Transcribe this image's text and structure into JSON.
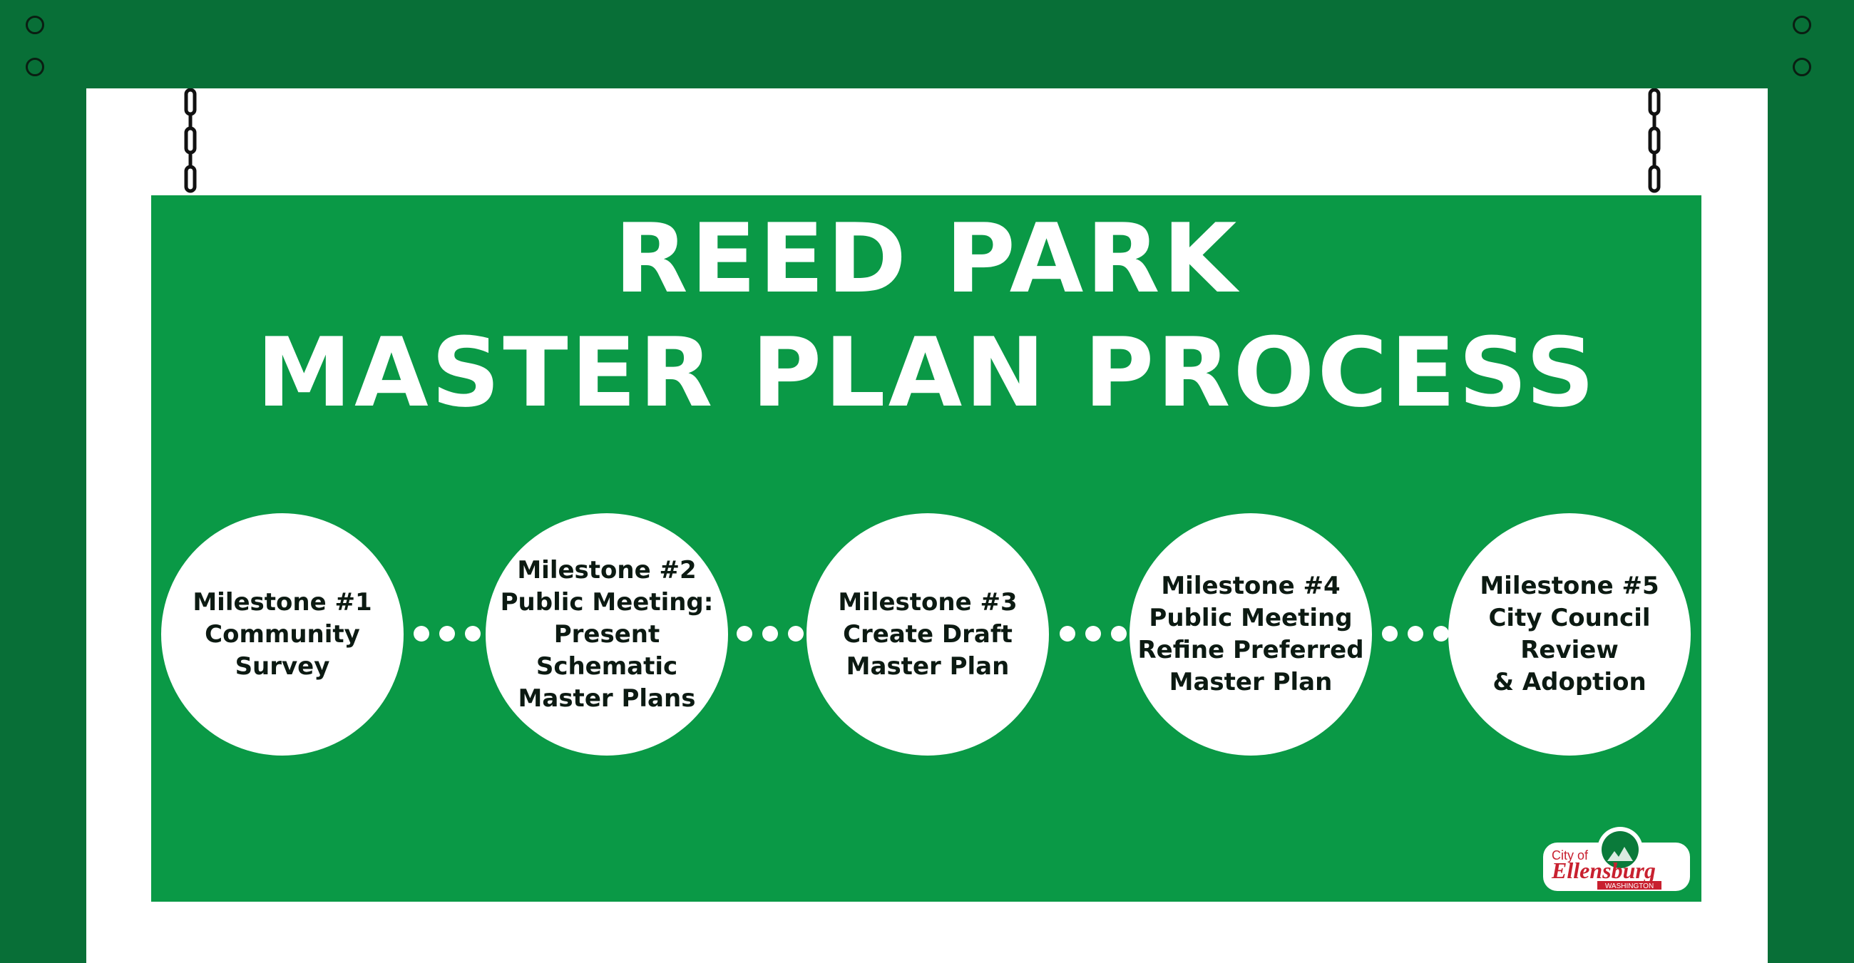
{
  "sign": {
    "title_line1": "REED PARK",
    "title_line2": "MASTER PLAN PROCESS"
  },
  "milestones": [
    {
      "text": "Milestone #1\nCommunity\nSurvey"
    },
    {
      "text": "Milestone #2\nPublic Meeting:\nPresent Schematic\nMaster Plans"
    },
    {
      "text": "Milestone #3\nCreate Draft\nMaster Plan"
    },
    {
      "text": "Milestone #4\nPublic Meeting\nRefine Preferred\nMaster Plan"
    },
    {
      "text": "Milestone #5\nCity Council\nReview\n& Adoption"
    }
  ],
  "logo": {
    "line1": "City of",
    "line2": "Ellensburg",
    "line3": "WASHINGTON"
  },
  "colors": {
    "frame_green": "#086f37",
    "sign_green": "#0a9946",
    "logo_red": "#c8202f"
  }
}
